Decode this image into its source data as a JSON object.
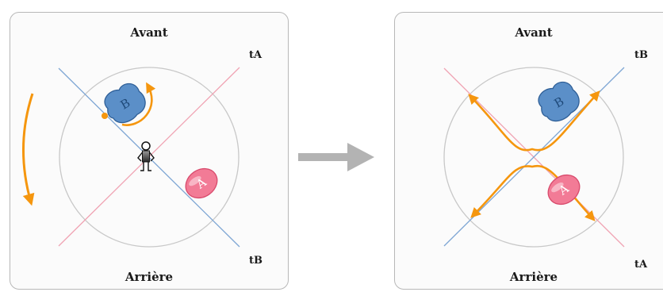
{
  "left_panel": {
    "front_label": "Avant",
    "back_label": "Arrière",
    "axis_top": "tA",
    "axis_bottom": "tB",
    "blob_b": "B",
    "blob_a": "A"
  },
  "right_panel": {
    "front_label": "Avant",
    "back_label": "Arrière",
    "axis_top": "tB",
    "axis_bottom": "tA",
    "blob_b": "B",
    "blob_a": "A"
  },
  "colors": {
    "blue_line": "#7ea6d4",
    "pink_line": "#f0a3b3",
    "orange": "#f5960e",
    "blob_blue": "#5b8fc8",
    "blob_pink": "#f27b96",
    "arrow_gray": "#b3b3b3",
    "circle": "#c8c8c8"
  }
}
